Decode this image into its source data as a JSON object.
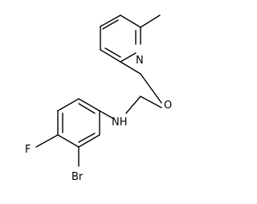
{
  "molecule": {
    "atoms": {
      "methyl": "",
      "pyridine_n": "N",
      "amide_o": "O",
      "amide_nh": "NH",
      "fluorine": "F",
      "bromine": "Br"
    }
  }
}
